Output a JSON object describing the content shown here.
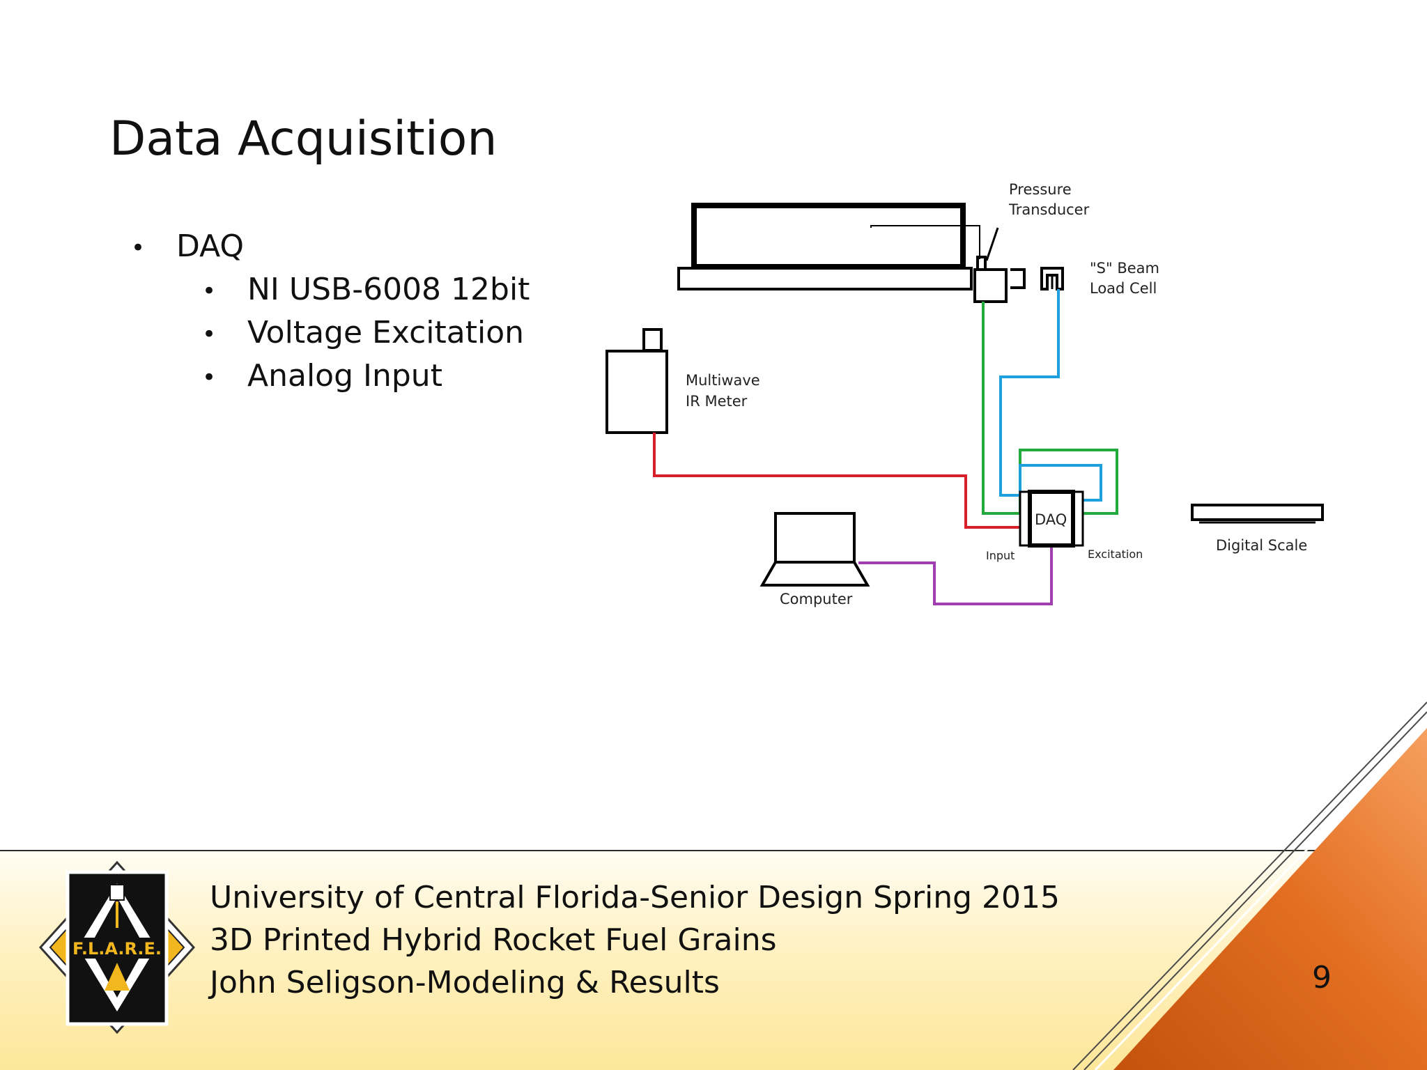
{
  "slide": {
    "title": "Data Acquisition",
    "page_number": "9"
  },
  "bullets": {
    "level1": "DAQ",
    "level2": [
      "NI USB-6008 12bit",
      "Voltage Excitation",
      "Analog Input"
    ],
    "bullet_glyph": "•"
  },
  "diagram": {
    "labels": {
      "pressure_line1": "Pressure",
      "pressure_line2": "Transducer",
      "sbeam_line1": "\"S\" Beam",
      "sbeam_line2": "Load Cell",
      "ir_line1": "Multiwave",
      "ir_line2": "IR Meter",
      "daq": "DAQ",
      "input": "Input",
      "excitation": "Excitation",
      "computer": "Computer",
      "scale": "Digital Scale"
    },
    "colors": {
      "green": "#22ab3c",
      "blue": "#1ea0df",
      "red": "#d8202a",
      "purple": "#a040b0",
      "black": "#000000"
    }
  },
  "footer": {
    "line1": "University of Central Florida-Senior Design Spring 2015",
    "line2": "3D Printed Hybrid Rocket Fuel Grains",
    "line3": "John Seligson-Modeling & Results",
    "logo_text": "F.L.A.R.E."
  },
  "theme": {
    "accent_orange": "#e0681a",
    "footer_yellow": "#fde79a"
  }
}
